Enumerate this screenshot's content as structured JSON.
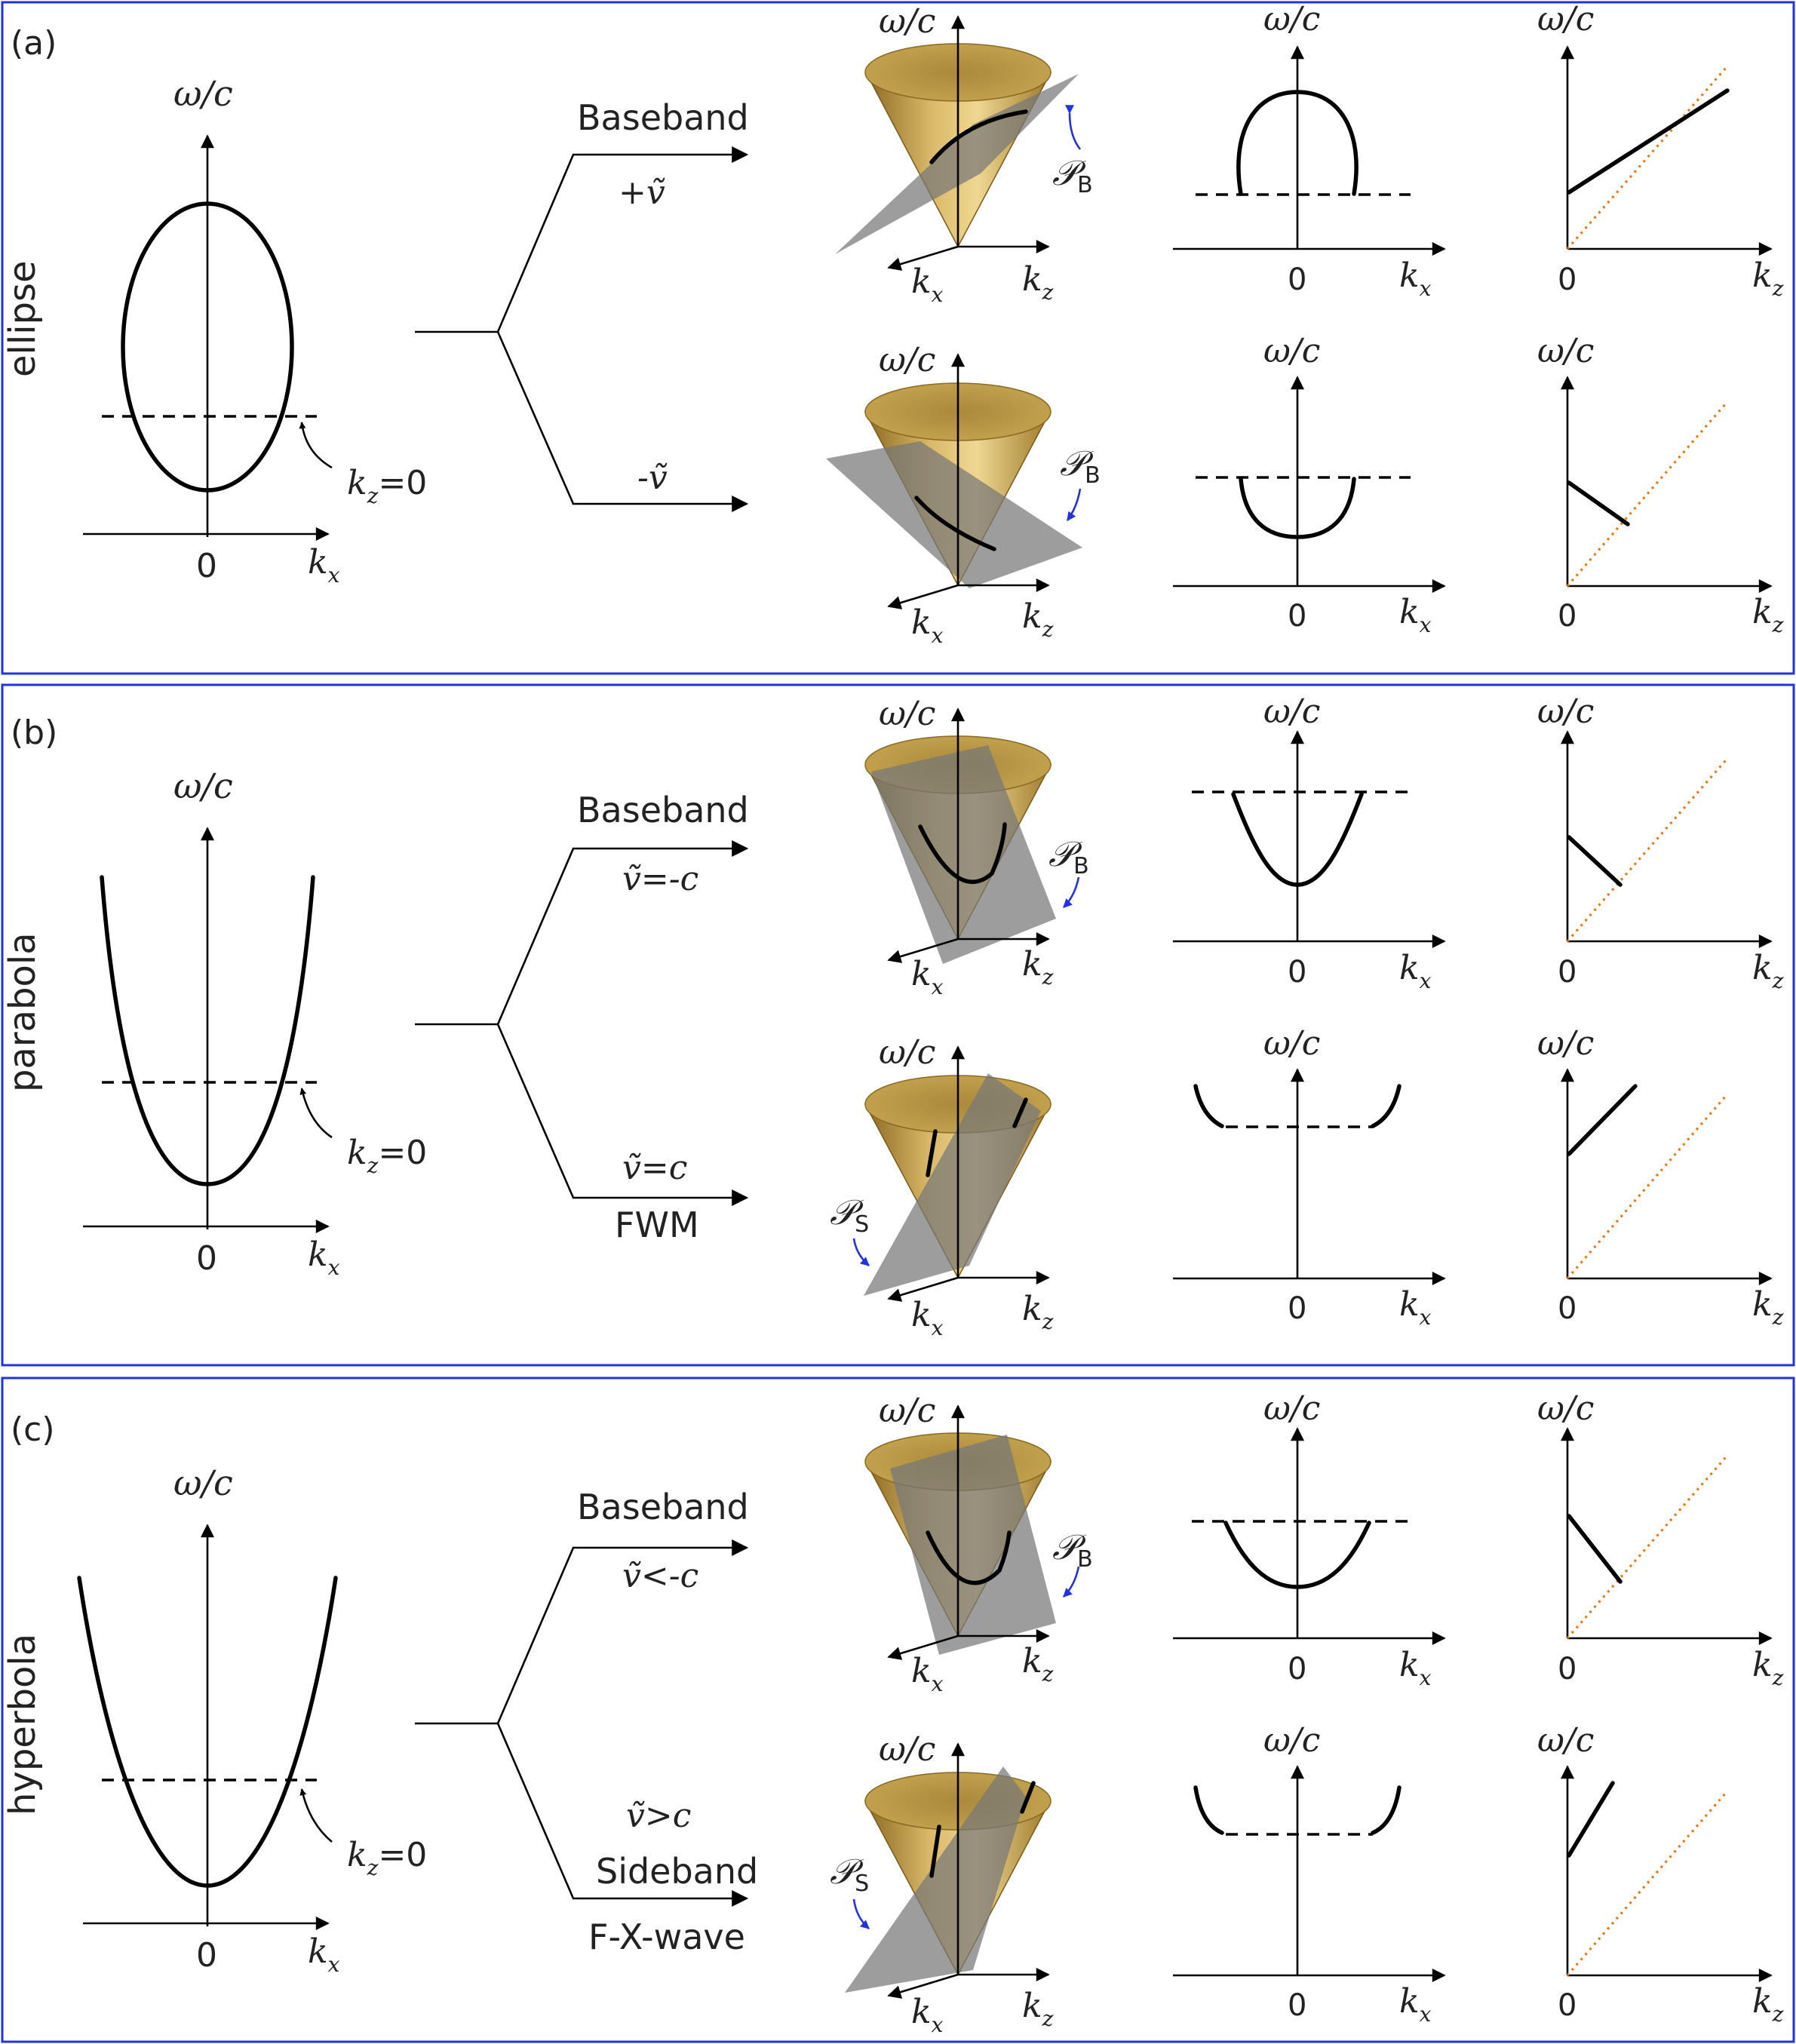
{
  "panels": [
    {
      "label": "(a)",
      "side": "ellipse",
      "left": {
        "ylabel": "ω/c",
        "zero": "0",
        "xlabel": "k",
        "xsub": "x",
        "kz_note": "k",
        "kz_sub": "z",
        "kz_eq": "=0"
      },
      "branch_top": {
        "line1": "Baseband",
        "line2": "+ṽ",
        "line3": ""
      },
      "branch_bot": {
        "line1": "",
        "line2": "-ṽ",
        "line3": ""
      },
      "cone_top": {
        "ylabel": "ω/c",
        "kx": "k",
        "kx_sub": "x",
        "kz": "k",
        "kz_sub": "z",
        "plane": "𝒫",
        "plane_sub": "B"
      },
      "cone_bot": {
        "ylabel": "ω/c",
        "kx": "k",
        "kx_sub": "x",
        "kz": "k",
        "kz_sub": "z",
        "plane": "𝒫",
        "plane_sub": "B"
      },
      "small": {
        "ylabel": "ω/c",
        "zero": "0",
        "kx": "k",
        "kx_sub": "x",
        "kz": "k",
        "kz_sub": "z"
      }
    },
    {
      "label": "(b)",
      "side": "parabola",
      "left": {
        "ylabel": "ω/c",
        "zero": "0",
        "xlabel": "k",
        "xsub": "x",
        "kz_note": "k",
        "kz_sub": "z",
        "kz_eq": "=0"
      },
      "branch_top": {
        "line1": "Baseband",
        "line2": "ṽ=-c",
        "line3": ""
      },
      "branch_bot": {
        "line1": "ṽ=c",
        "line2": "FWM",
        "line3": ""
      },
      "cone_top": {
        "ylabel": "ω/c",
        "kx": "k",
        "kx_sub": "x",
        "kz": "k",
        "kz_sub": "z",
        "plane": "𝒫",
        "plane_sub": "B"
      },
      "cone_bot": {
        "ylabel": "ω/c",
        "kx": "k",
        "kx_sub": "x",
        "kz": "k",
        "kz_sub": "z",
        "plane": "𝒫",
        "plane_sub": "S"
      },
      "small": {
        "ylabel": "ω/c",
        "zero": "0",
        "kx": "k",
        "kx_sub": "x",
        "kz": "k",
        "kz_sub": "z"
      }
    },
    {
      "label": "(c)",
      "side": "hyperbola",
      "left": {
        "ylabel": "ω/c",
        "zero": "0",
        "xlabel": "k",
        "xsub": "x",
        "kz_note": "k",
        "kz_sub": "z",
        "kz_eq": "=0"
      },
      "branch_top": {
        "line1": "Baseband",
        "line2": "ṽ<-c",
        "line3": ""
      },
      "branch_bot": {
        "line1": "ṽ>c",
        "line2": "Sideband",
        "line3": "F-X-wave"
      },
      "cone_top": {
        "ylabel": "ω/c",
        "kx": "k",
        "kx_sub": "x",
        "kz": "k",
        "kz_sub": "z",
        "plane": "𝒫",
        "plane_sub": "B"
      },
      "cone_bot": {
        "ylabel": "ω/c",
        "kx": "k",
        "kx_sub": "x",
        "kz": "k",
        "kz_sub": "z",
        "plane": "𝒫",
        "plane_sub": "S"
      },
      "small": {
        "ylabel": "ω/c",
        "zero": "0",
        "kx": "k",
        "kx_sub": "x",
        "kz": "k",
        "kz_sub": "z"
      }
    }
  ],
  "colors": {
    "frame": "#2233dd",
    "cone": "#c9a24a",
    "plane": "#7f7f7f",
    "light_line": "#e07a1a",
    "arrow": "#2233dd"
  }
}
